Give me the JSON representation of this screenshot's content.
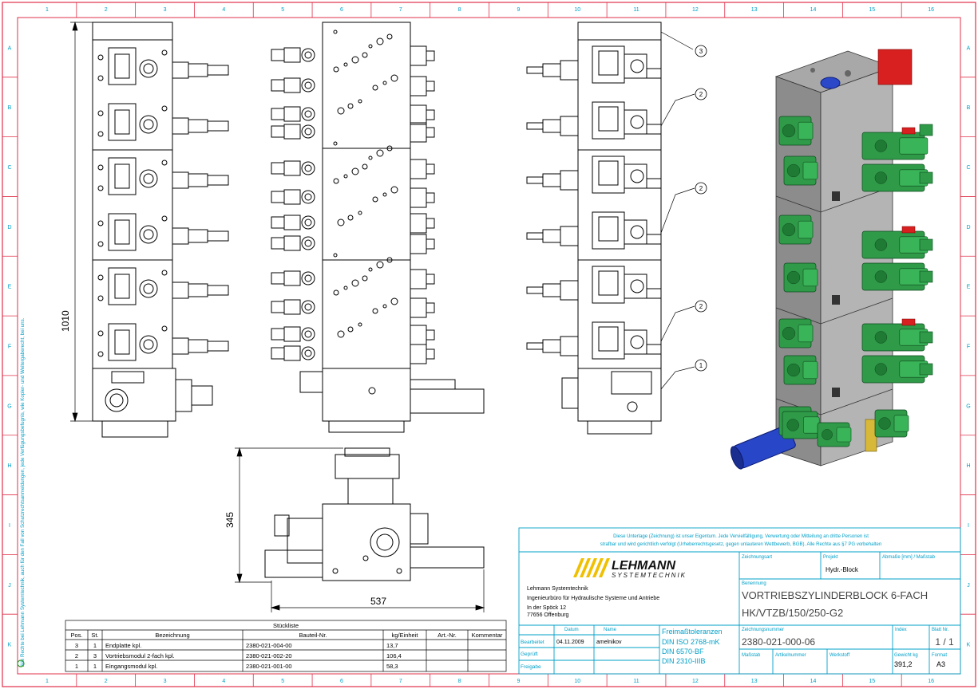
{
  "frame": {
    "col_numbers": [
      "1",
      "2",
      "3",
      "4",
      "5",
      "6",
      "7",
      "8",
      "9",
      "10",
      "11",
      "12",
      "13",
      "14",
      "15",
      "16"
    ],
    "row_letters": [
      "A",
      "B",
      "C",
      "D",
      "E",
      "F",
      "G",
      "H",
      "I",
      "J",
      "K"
    ],
    "side_note": "Alle Rechte bei Lehmann Systemtechnik, auch für den Fall von Schutzrechtsanmeldungen, jede Verfügungsbefugnis, wie Kopier- und Weitergaberecht, bei uns."
  },
  "dimensions": {
    "height_main": "1010",
    "height_top": "345",
    "width_top": "537"
  },
  "balloons": [
    "3",
    "2",
    "2",
    "2",
    "1"
  ],
  "bom": {
    "title": "Stückliste",
    "headers": [
      "Pos.",
      "St.",
      "Bezeichnung",
      "Bauteil-Nr.",
      "kg/Einheit",
      "Art.-Nr.",
      "Kommentar"
    ],
    "rows": [
      [
        "3",
        "1",
        "Endplatte kpl.",
        "2380-021-004-00",
        "13,7",
        "",
        ""
      ],
      [
        "2",
        "3",
        "Vortriebsmodul 2-fach kpl.",
        "2380-021-002-20",
        "106,4",
        "",
        ""
      ],
      [
        "1",
        "1",
        "Eingangsmodul kpl.",
        "2380-021-001-00",
        "58,3",
        "",
        ""
      ]
    ]
  },
  "title_block": {
    "notice_line1": "Diese Unterlage (Zeichnung) ist unser Eigentum. Jede Vervielfältigung, Verwertung oder Mitteilung an dritte Personen ist",
    "notice_line2": "strafbar und wird gerichtlich verfolgt (Urheberrechtsgesetz, gegen unlauteren Wettbewerb, BGB). Alle Rechte aus §7 PG vorbehalten",
    "logo_word": "LEHMANN",
    "logo_sub": "SYSTEMTECHNIK",
    "company": "Lehmann Systemtechnik",
    "company_desc": "Ingenieurbüro für Hydraulische Systeme und Antriebe",
    "address1": "In der Spöck 12",
    "address2": "77656 Offenburg",
    "lbl_zeichnungsart": "Zeichnungsart",
    "lbl_projekt": "Projekt",
    "val_projekt": "Hydr.-Block",
    "lbl_abmasse": "Abmaße [mm] / Maßstab",
    "lbl_benennung": "Benennung",
    "title_main": "VORTRIEBSZYLINDERBLOCK 6-FACH",
    "title_sub": "HK/VTZB/150/250-G2",
    "lbl_zeichnungsnummer": "Zeichnungsnummer",
    "drawing_number": "2380-021-000-06",
    "lbl_index": "Index",
    "lbl_blatt": "Blatt Nr.",
    "blatt": "1 / 1",
    "lbl_datum": "Datum",
    "lbl_name": "Name",
    "lbl_bearbeitet": "Bearbeitet",
    "datum": "04.11.2009",
    "name": "amelnikov",
    "lbl_geprueft": "Geprüft",
    "lbl_freigabe": "Freigabe",
    "tol_title": "Freimaßtoleranzen",
    "tol1": "DIN ISO 2768-mK",
    "tol2": "DIN 6570-BF",
    "tol3": "DIN 2310-IIIB",
    "lbl_massstab": "Maßstab",
    "lbl_artikelnummer": "Artikelnummer",
    "lbl_werkstoff": "Werkstoff",
    "lbl_gewicht": "Gewicht kg",
    "gewicht": "391,2",
    "lbl_format": "Format",
    "format": "A3"
  }
}
